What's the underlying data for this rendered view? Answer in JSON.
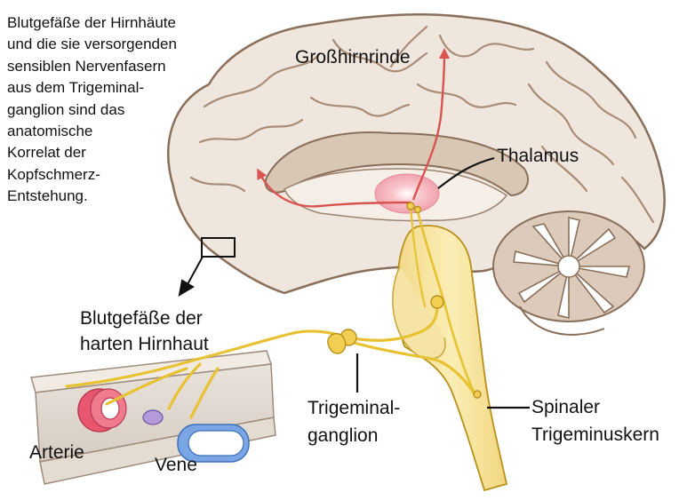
{
  "intro_lines": [
    "Blutgefäße der Hirnhäute",
    "und die sie versorgenden",
    "sensiblen Nervenfasern",
    "aus dem Trigeminal-",
    "ganglion sind das",
    "anatomische",
    "Korrelat der",
    "Kopfschmerz-",
    "Entstehung."
  ],
  "labels": {
    "cortex": "Großhirnrinde",
    "thalamus": "Thalamus",
    "dura_vessels": [
      "Blutgefäße der",
      "harten Hirnhaut"
    ],
    "ganglion": [
      "Trigeminal-",
      "ganglion"
    ],
    "nucleus": [
      "Spinaler",
      "Trigeminuskern"
    ],
    "artery": "Arterie",
    "vein": "Vene"
  },
  "colors": {
    "brain_fill": "#efe6de",
    "brain_shade": "#c9b3a0",
    "brain_outline": "#8a6f5a",
    "nerve": "#e8c232",
    "nerve_dark": "#b8901a",
    "pathway": "#d9534f",
    "thalamus": "#f7b8c0",
    "artery": "#e8566f",
    "vein": "#5b8fd9"
  }
}
